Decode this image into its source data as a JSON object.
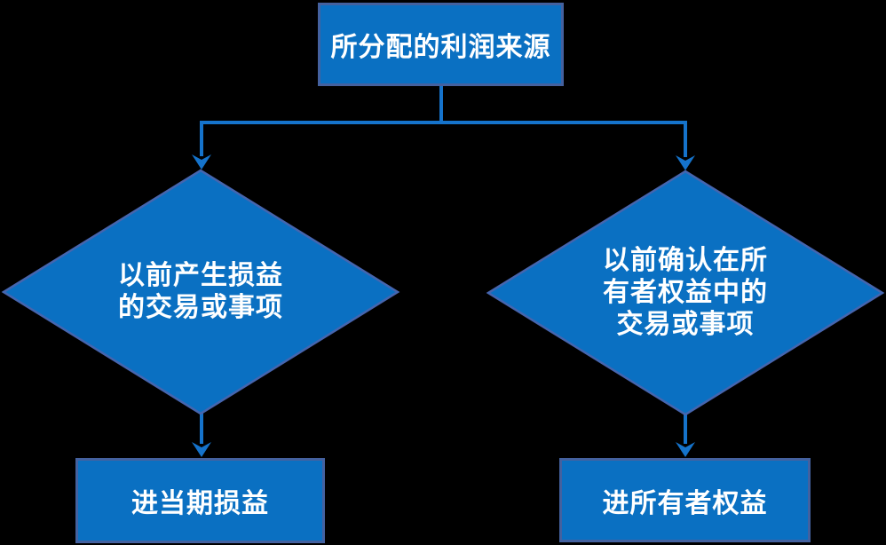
{
  "colors": {
    "background": "#000000",
    "shape_fill": "#0A70C2",
    "shape_border": "#44619F",
    "diamond_border": "#4565AE",
    "connector": "#1573CB",
    "text": "#FFFFFF"
  },
  "flowchart": {
    "source_box": {
      "label": "所分配的利润来源"
    },
    "left_decision": {
      "lines": [
        "以前产生损益",
        "的交易或事项"
      ]
    },
    "right_decision": {
      "lines": [
        "以前确认在所",
        "有者权益中的",
        "交易或事项"
      ]
    },
    "left_result_box": {
      "label": "进当期损益"
    },
    "right_result_box": {
      "label": "进所有者权益"
    }
  }
}
